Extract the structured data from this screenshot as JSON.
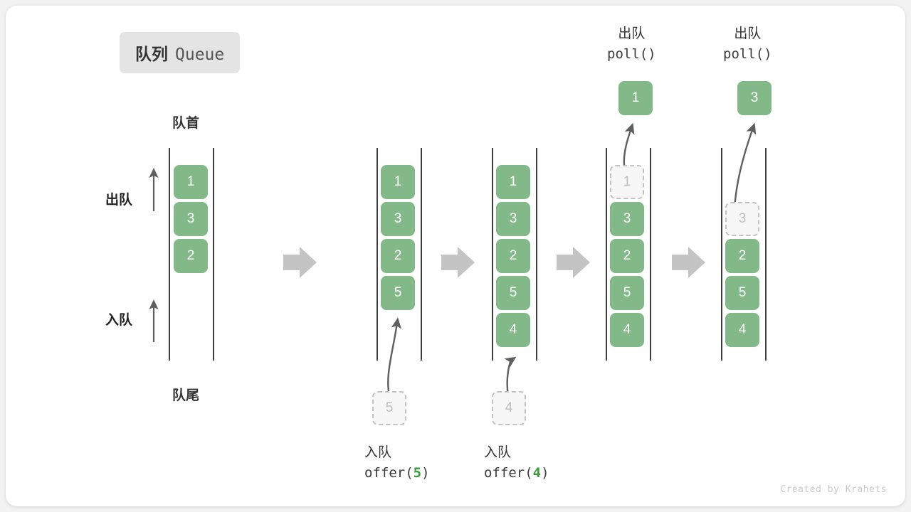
{
  "title": {
    "cn": "队列",
    "en": "Queue"
  },
  "labels": {
    "head": "队首",
    "tail": "队尾",
    "dequeue": "出队",
    "enqueue": "入队"
  },
  "credit": "Created by Krahets",
  "colors": {
    "element": "#83b988",
    "ghost_fill": "#f7f7f7",
    "ghost_border": "#c2c2c2",
    "rail": "#3d3d3d",
    "arrow": "#5f5f5f",
    "step_arrow": "#c4c4c4",
    "badge_bg": "#e4e4e4",
    "arg_green": "#3c9a3c",
    "text": "#333333",
    "credit": "#c9c9c9"
  },
  "columns": [
    {
      "id": "initial",
      "caption_cn": "",
      "caption_code": "",
      "cells": [
        "1",
        "3",
        "2"
      ],
      "ghost_index": -1,
      "incoming": null,
      "popped": null
    },
    {
      "id": "after-offer-5",
      "caption_cn": "入队",
      "caption_code_prefix": "offer(",
      "caption_code_arg": "5",
      "caption_code_suffix": ")",
      "cells": [
        "1",
        "3",
        "2",
        "5"
      ],
      "ghost_index": -1,
      "incoming": "5",
      "popped": null
    },
    {
      "id": "after-offer-4",
      "caption_cn": "入队",
      "caption_code_prefix": "offer(",
      "caption_code_arg": "4",
      "caption_code_suffix": ")",
      "cells": [
        "1",
        "3",
        "2",
        "5",
        "4"
      ],
      "ghost_index": -1,
      "incoming": "4",
      "popped": null
    },
    {
      "id": "after-poll-1",
      "caption_cn": "出队",
      "caption_code_prefix": "poll(",
      "caption_code_arg": "",
      "caption_code_suffix": ")",
      "cells": [
        "1",
        "3",
        "2",
        "5",
        "4"
      ],
      "ghost_index": 0,
      "incoming": null,
      "popped": "1"
    },
    {
      "id": "after-poll-3",
      "caption_cn": "出队",
      "caption_code_prefix": "poll(",
      "caption_code_arg": "",
      "caption_code_suffix": ")",
      "cells": [
        "3",
        "2",
        "5",
        "4"
      ],
      "ghost_index": 0,
      "incoming": null,
      "popped": "3"
    }
  ]
}
